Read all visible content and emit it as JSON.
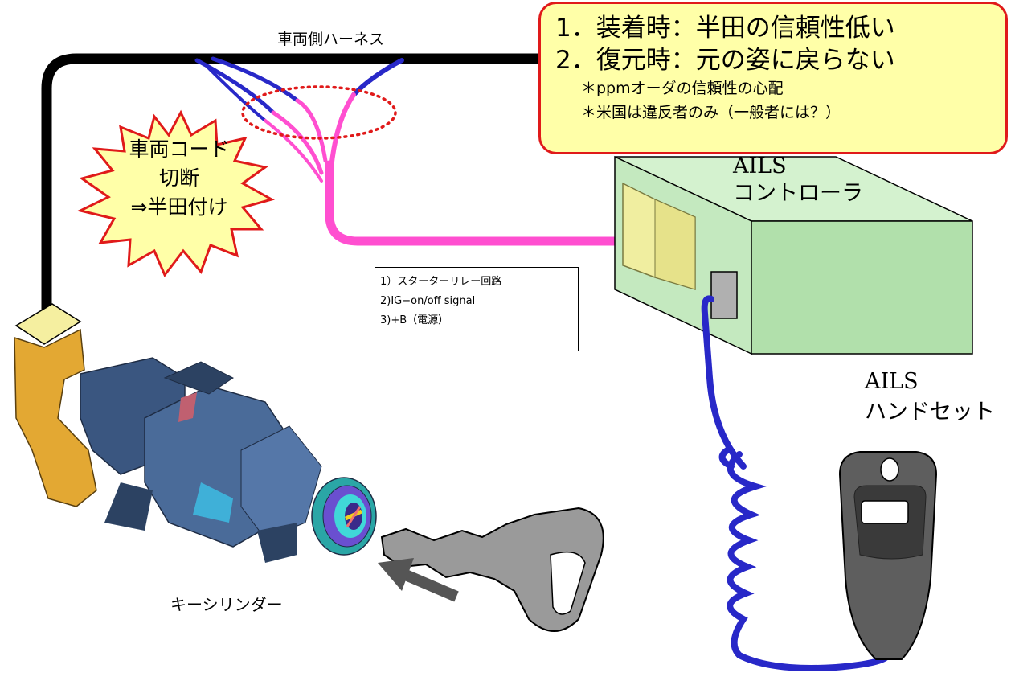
{
  "harness": {
    "label": "車両側ハーネス"
  },
  "callout": {
    "issues": [
      "1．装着時：半田の信頼性低い",
      "2．復元時：元の姿に戻らない"
    ],
    "notes": [
      "＊ppmオーダの信頼性の心配",
      "＊米国は違反者のみ（一般者には？）"
    ]
  },
  "burst": {
    "lines": [
      "車両コード",
      "切断",
      "⇒半田付け"
    ]
  },
  "controller": {
    "line1": "AILS",
    "line2": "コントローラ"
  },
  "signals": {
    "items": [
      "1）スターターリレー回路",
      "2)IG−on/off signal",
      "3)+B（電源）"
    ]
  },
  "handset": {
    "line1": "AILS",
    "line2": "ハンドセット"
  },
  "cylinder": {
    "label": "キーシリンダー"
  },
  "colors": {
    "callout_fill": "#ffffa8",
    "callout_border": "#e01a1a",
    "pink_wire": "#ff4fd0",
    "blue_wire": "#2828c8",
    "black_wire": "#000000",
    "controller_box": "#b9e6b4",
    "burst_fill": "#ffffa8"
  }
}
